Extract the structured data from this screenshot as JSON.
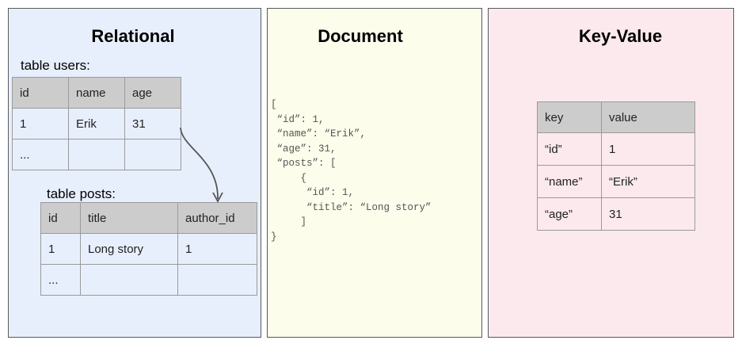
{
  "relational": {
    "title": "Relational",
    "users": {
      "label": "table users:",
      "headers": [
        "id",
        "name",
        "age"
      ],
      "rows": [
        [
          "1",
          "Erik",
          "31"
        ],
        [
          "...",
          "",
          ""
        ]
      ]
    },
    "posts": {
      "label": "table posts:",
      "headers": [
        "id",
        "title",
        "author_id"
      ],
      "rows": [
        [
          "1",
          "Long story",
          "1"
        ],
        [
          "...",
          "",
          ""
        ]
      ]
    }
  },
  "document": {
    "title": "Document",
    "code": "[\n “id”: 1,\n “name”: “Erik”,\n “age”: 31,\n “posts”: [\n     {\n      “id”: 1,\n      “title”: “Long story”\n     ]\n}"
  },
  "keyvalue": {
    "title": "Key-Value",
    "headers": [
      "key",
      "value"
    ],
    "rows": [
      [
        "“id”",
        "1"
      ],
      [
        "“name”",
        "“Erik”"
      ],
      [
        "“age”",
        "31"
      ]
    ]
  },
  "colors": {
    "relational_bg": "#e8effc",
    "document_bg": "#fcfdeb",
    "keyvalue_bg": "#fce9ee"
  }
}
